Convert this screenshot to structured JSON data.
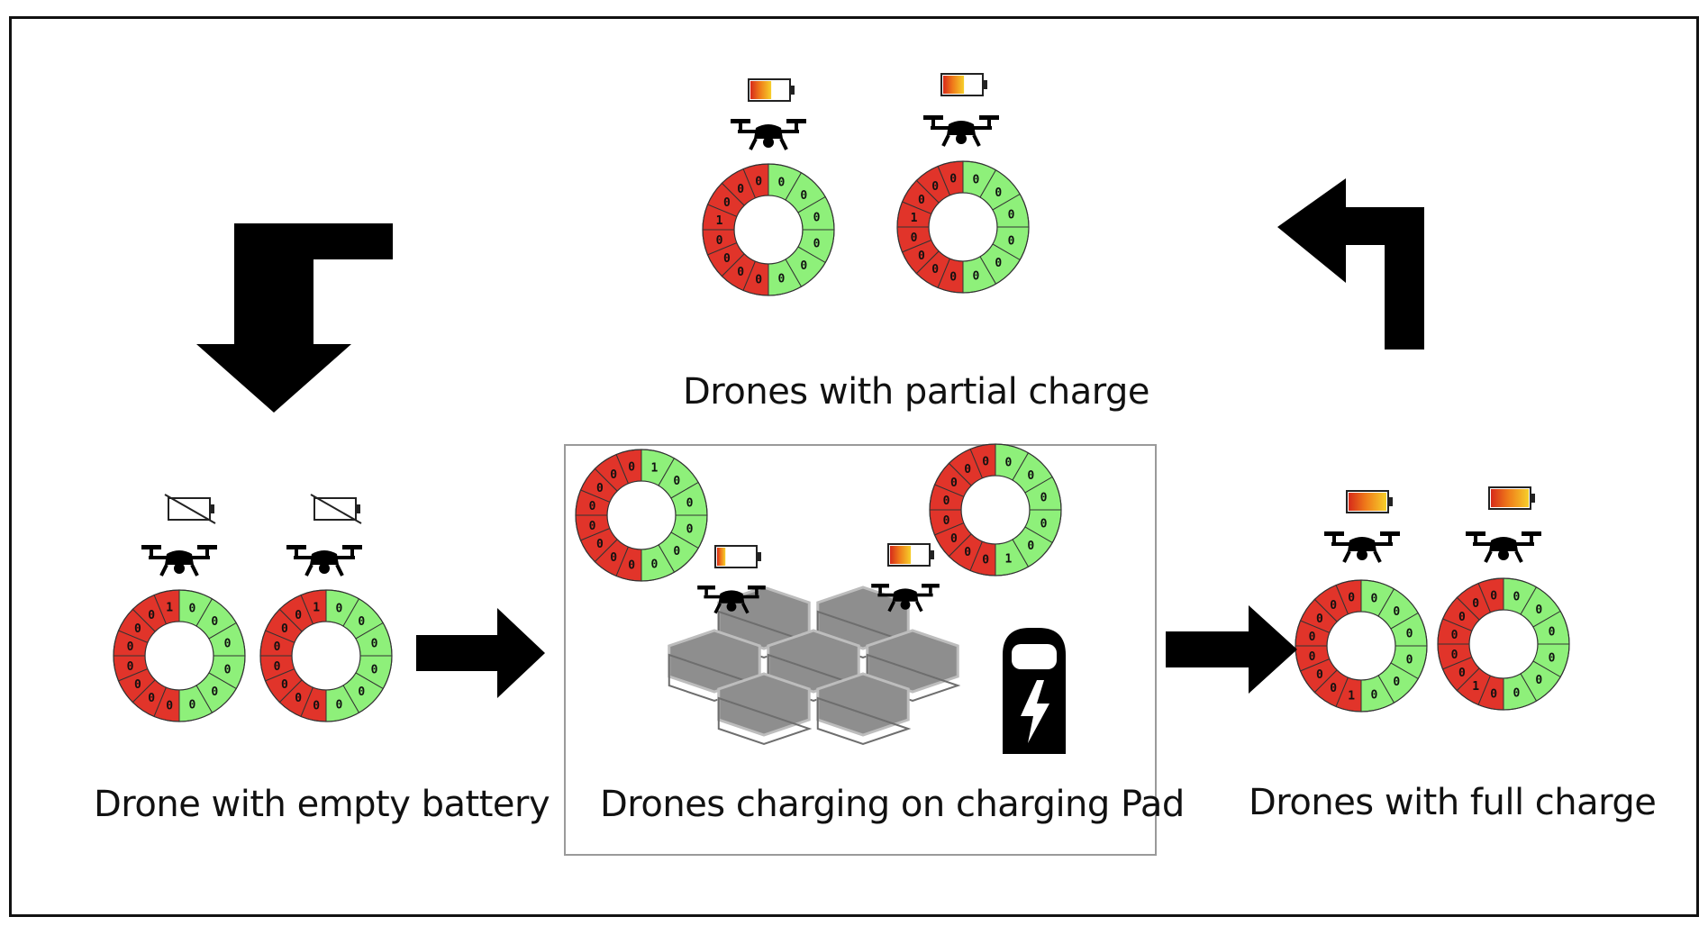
{
  "colors": {
    "red": "#e1342a",
    "green": "#8ef07a",
    "pad_gray": "#8c8c8c",
    "arrow": "#000000"
  },
  "stages": {
    "partial": {
      "label": "Drones with partial charge",
      "battery": "battery-partial-icon",
      "drones": [
        {
          "red": [
            "0",
            "0",
            "0",
            "1",
            "0",
            "0",
            "0",
            "0"
          ],
          "green": [
            "0",
            "0",
            "0",
            "0",
            "0",
            "0"
          ]
        },
        {
          "red": [
            "0",
            "0",
            "0",
            "1",
            "0",
            "0",
            "0",
            "0"
          ],
          "green": [
            "0",
            "0",
            "0",
            "0",
            "0",
            "0"
          ]
        }
      ]
    },
    "empty": {
      "label": "Drone with empty battery",
      "battery": "battery-empty-icon",
      "drones": [
        {
          "red": [
            "1",
            "0",
            "0",
            "0",
            "0",
            "0",
            "0",
            "0"
          ],
          "green": [
            "0",
            "0",
            "0",
            "0",
            "0",
            "0"
          ]
        },
        {
          "red": [
            "1",
            "0",
            "0",
            "0",
            "0",
            "0",
            "0",
            "0"
          ],
          "green": [
            "0",
            "0",
            "0",
            "0",
            "0",
            "0"
          ]
        }
      ]
    },
    "charging": {
      "label": "Drones charging on charging Pad",
      "rings": [
        {
          "red": [
            "0",
            "0",
            "0",
            "0",
            "0",
            "0",
            "0",
            "0"
          ],
          "green": [
            "1",
            "0",
            "0",
            "0",
            "0",
            "0"
          ]
        },
        {
          "red": [
            "0",
            "0",
            "0",
            "0",
            "0",
            "0",
            "0",
            "0"
          ],
          "green": [
            "0",
            "0",
            "0",
            "0",
            "0",
            "1"
          ]
        }
      ],
      "battery_icons": [
        "battery-low-icon",
        "battery-partial-icon"
      ],
      "station_icon": "charging-station-icon"
    },
    "full": {
      "label": "Drones with full charge",
      "battery": "battery-full-icon",
      "drones": [
        {
          "red": [
            "0",
            "0",
            "0",
            "0",
            "0",
            "0",
            "0",
            "1"
          ],
          "green": [
            "0",
            "0",
            "0",
            "0",
            "0",
            "0"
          ]
        },
        {
          "red": [
            "0",
            "0",
            "0",
            "0",
            "0",
            "0",
            "1",
            "0"
          ],
          "green": [
            "0",
            "0",
            "0",
            "0",
            "0",
            "0"
          ]
        }
      ]
    }
  }
}
